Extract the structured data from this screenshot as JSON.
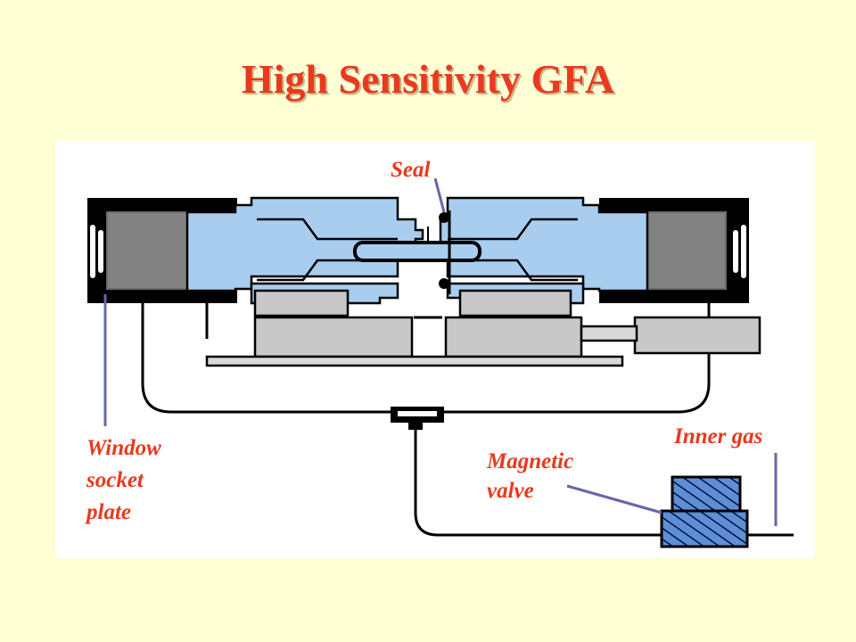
{
  "slide": {
    "title": "High Sensitivity GFA"
  },
  "diagram": {
    "labels": {
      "seal": "Seal",
      "window_line1": "Window",
      "window_line2": "socket",
      "window_line3": "plate",
      "magnetic_line1": "Magnetic",
      "magnetic_line2": "valve",
      "inner_gas": "Inner gas"
    },
    "colors": {
      "tube_fill": "#A9CDEF",
      "block_fill": "#C8C8C8",
      "window_fill": "#828282",
      "socket_fill": "#000000",
      "leader_line": "#6666A8",
      "label_text": "#E8391C",
      "valve_fill": "#5C8FD6"
    }
  }
}
